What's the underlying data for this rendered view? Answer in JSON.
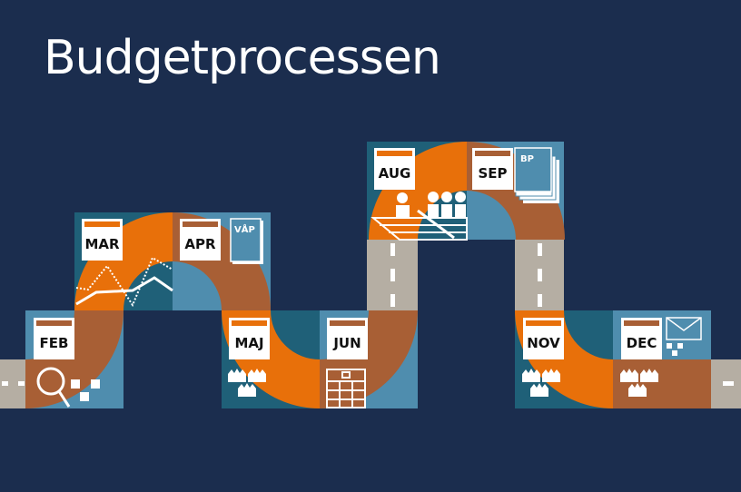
{
  "title": "Budgetprocessen",
  "months": [
    {
      "label": "FEB",
      "stripe": "#A85F35"
    },
    {
      "label": "MAR",
      "stripe": "#E8700A"
    },
    {
      "label": "APR",
      "stripe": "#A85F35"
    },
    {
      "label": "MAJ",
      "stripe": "#E8700A"
    },
    {
      "label": "JUN",
      "stripe": "#A85F35"
    },
    {
      "label": "AUG",
      "stripe": "#E8700A"
    },
    {
      "label": "SEP",
      "stripe": "#A85F35"
    },
    {
      "label": "NOV",
      "stripe": "#E8700A"
    },
    {
      "label": "DEC",
      "stripe": "#A85F35"
    }
  ],
  "documents": {
    "vap": "VÅP",
    "bp": "BP"
  },
  "colors": {
    "background": "#1B2D4E",
    "orange": "#E8700A",
    "brown": "#A85F35",
    "light_blue": "#4F8DAE",
    "dark_teal": "#1F6078",
    "road": "#B5AEA3"
  }
}
